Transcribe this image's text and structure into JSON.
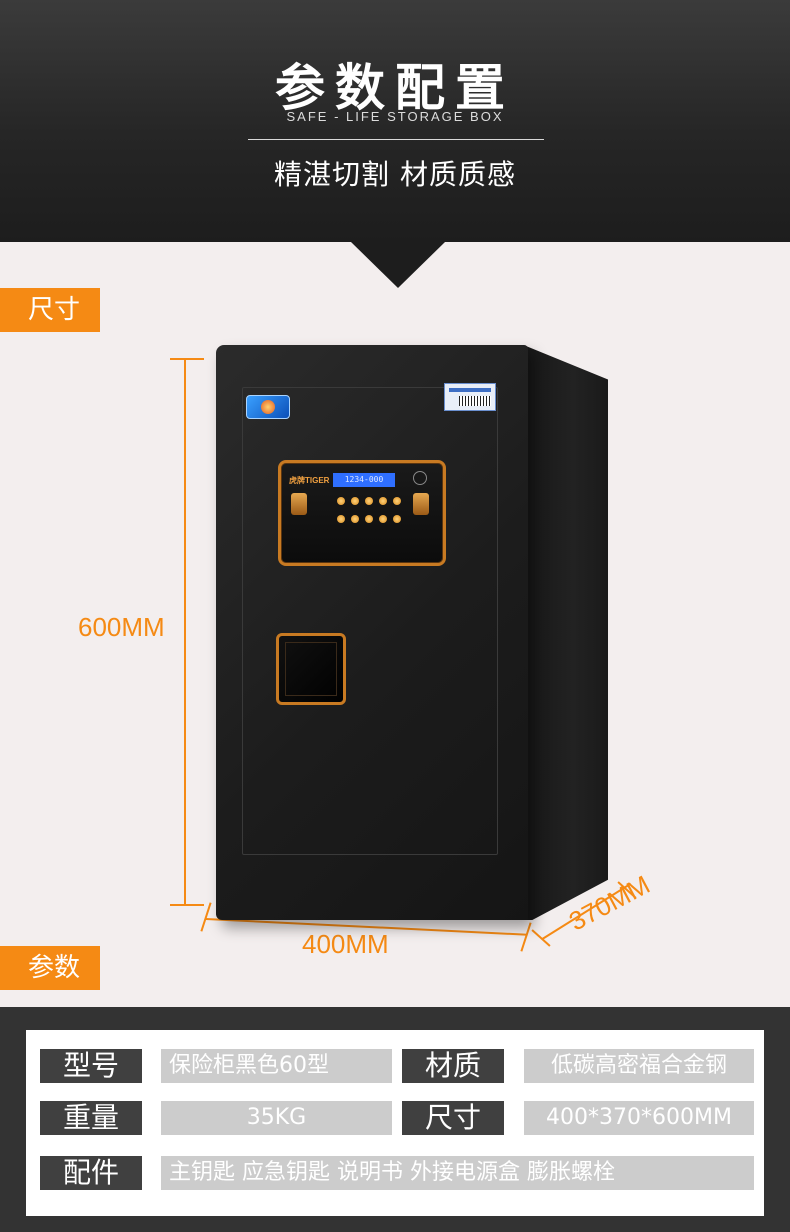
{
  "header": {
    "title": "参数配置",
    "subtitle": "SAFE - LIFE STORAGE BOX",
    "tagline": "精湛切割 材质质感"
  },
  "sections": {
    "size_label": "尺寸",
    "param_label": "参数"
  },
  "dimensions": {
    "height": "600MM",
    "width": "400MM",
    "depth": "370MM"
  },
  "panel": {
    "brand": "虎牌TIGER",
    "screen": "1234-000"
  },
  "params": {
    "model_label": "型号",
    "model_value": "保险柜黑色60型",
    "material_label": "材质",
    "material_value": "低碳高密福合金钢",
    "weight_label": "重量",
    "weight_value": "35KG",
    "size_label": "尺寸",
    "size_value": "400*370*600MM",
    "accessories_label": "配件",
    "accessories_value": "主钥匙 应急钥匙 说明书 外接电源盒 膨胀螺栓"
  },
  "colors": {
    "accent": "#f58a14",
    "header_bg": "#262626",
    "label_bg": "#404040",
    "value_bg": "#cccccc"
  }
}
